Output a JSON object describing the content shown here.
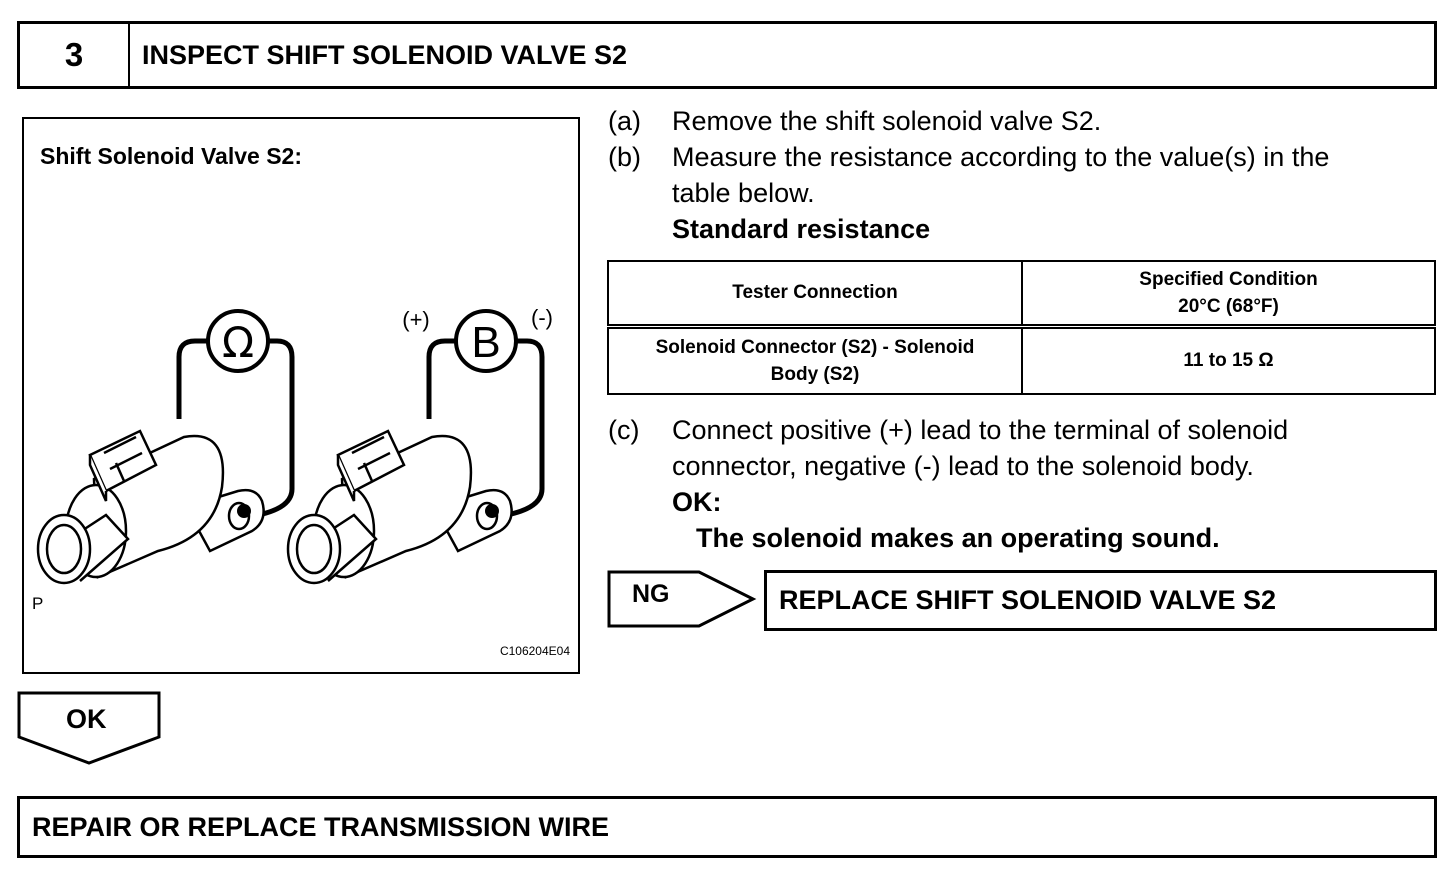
{
  "step": {
    "number": "3",
    "title": "INSPECT SHIFT SOLENOID VALVE S2"
  },
  "figure": {
    "label": "Shift Solenoid Valve S2:",
    "ohm_symbol": "Ω",
    "battery_symbol": "B",
    "plus_label": "(+)",
    "minus_label": "(-)",
    "p_label": "P",
    "code": "C106204E04"
  },
  "instructions": {
    "a": {
      "marker": "(a)",
      "text": "Remove the shift solenoid valve S2."
    },
    "b": {
      "marker": "(b)",
      "line1": "Measure the resistance according to the value(s) in the",
      "line2": "table below."
    },
    "standard": "Standard resistance",
    "c": {
      "marker": "(c)",
      "line1": "Connect positive (+) lead to the terminal of solenoid",
      "line2": "connector, negative (-) lead to the solenoid body."
    },
    "ok_label": "OK:",
    "ok_text": "The solenoid makes an operating sound."
  },
  "table": {
    "headers": [
      "Tester Connection",
      "Specified Condition",
      "20°C (68°F)"
    ],
    "row": {
      "connection_line1": "Solenoid Connector (S2) - Solenoid",
      "connection_line2": "Body (S2)",
      "condition": "11 to 15 Ω"
    }
  },
  "ng": {
    "label": "NG",
    "action": "REPLACE SHIFT SOLENOID VALVE S2"
  },
  "ok": {
    "label": "OK"
  },
  "final": {
    "action": "REPAIR OR REPLACE TRANSMISSION WIRE"
  }
}
